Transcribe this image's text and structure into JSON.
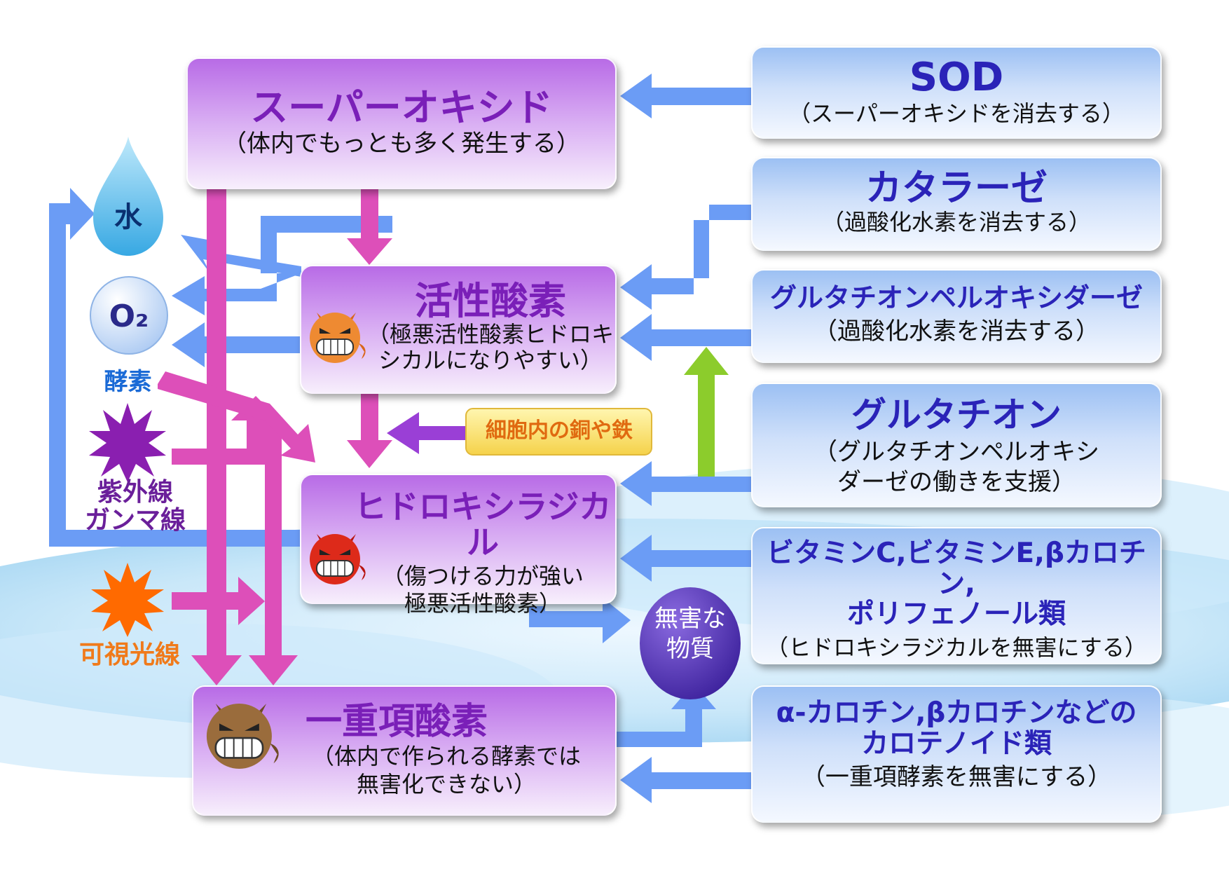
{
  "left_nodes": {
    "water": "水",
    "o2": "O₂",
    "enzyme": "酵素",
    "uv_gamma": "紫外線\nガンマ線",
    "visible_light": "可視光線"
  },
  "boxes": {
    "superoxide": {
      "title": "スーパーオキシド",
      "sub": "（体内でもっとも多く発生する）"
    },
    "active_oxygen": {
      "title": "活性酸素",
      "sub": "（極悪活性酸素ヒドロキ\nシカルになりやすい）"
    },
    "hydroxyl": {
      "title": "ヒドロキシラジカル",
      "sub": "（傷つける力が強い\n極悪活性酸素）"
    },
    "singlet": {
      "title": "一重項酸素",
      "sub": "（体内で作られる酵素では\n無害化できない）"
    },
    "sod": {
      "title": "SOD",
      "sub": "（スーパーオキシドを消去する）"
    },
    "catalase": {
      "title": "カタラーゼ",
      "sub": "（過酸化水素を消去する）"
    },
    "gpx": {
      "title": "グルタチオンペルオキシダーゼ",
      "sub": "（過酸化水素を消去する）"
    },
    "glutathione": {
      "title": "グルタチオン",
      "sub": "（グルタチオンペルオキシ\nダーゼの働きを支援）"
    },
    "vitamins": {
      "title": "ビタミンC,ビタミンE,βカロチン,\nポリフェノール類",
      "sub": "（ヒドロキシラジカルを無害にする）"
    },
    "carotenoids": {
      "title": "α-カロチン,βカロチンなどの\nカロテノイド類",
      "sub": "（一重項酵素を無害にする）"
    }
  },
  "copper_iron": "細胞内の銅や鉄",
  "harmless": "無害な\n物質",
  "colors": {
    "blue_arrow": "#6b9cf5",
    "pink_arrow": "#dd4fb9",
    "violet_arrow": "#9a3fd6",
    "green_arrow": "#8ccc2c",
    "purple_text": "#7a1fb8",
    "blue_text": "#2a23b8",
    "orange_text": "#f07a1a",
    "uv_star": "#8a1fb0",
    "light_star": "#ff6a00",
    "harmless_circle": "#4a2aa8"
  },
  "icons": [
    "water-drop-icon",
    "uv-star-icon",
    "light-star-icon",
    "devil-face-icon"
  ]
}
